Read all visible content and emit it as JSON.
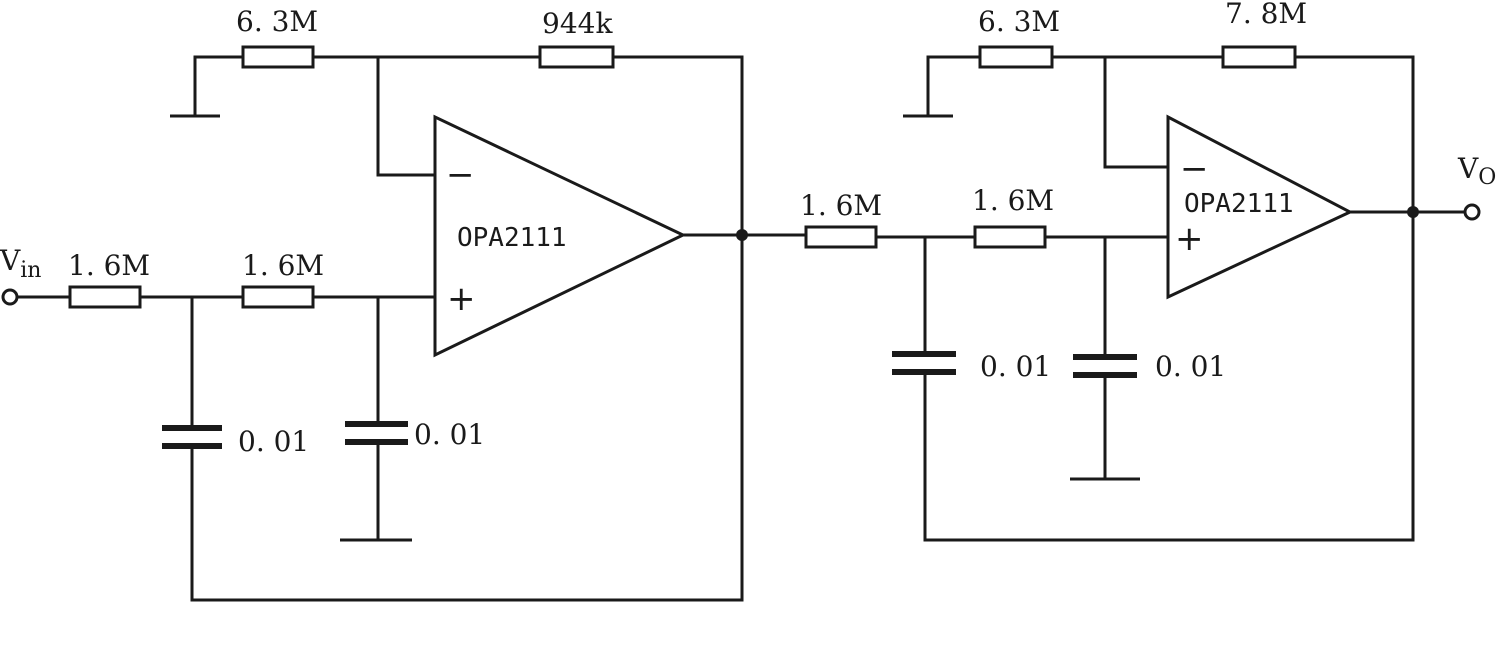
{
  "input": {
    "label": "V",
    "subscript": "in"
  },
  "output": {
    "label": "V",
    "subscript": "O"
  },
  "stage1": {
    "resistor_ground": "6. 3M",
    "resistor_feedback": "944k",
    "resistor_in1": "1. 6M",
    "resistor_in2": "1. 6M",
    "capacitor_feedback": "0. 01",
    "capacitor_ground": "0. 01",
    "opamp": "OPA2111",
    "minus": "−",
    "plus": "+"
  },
  "stage2": {
    "resistor_ground": "6. 3M",
    "resistor_feedback": "7. 8M",
    "resistor_in1": "1. 6M",
    "resistor_in2": "1. 6M",
    "capacitor_feedback": "0. 01",
    "capacitor_ground": "0. 01",
    "opamp": "OPA2111",
    "minus": "−",
    "plus": "+"
  }
}
